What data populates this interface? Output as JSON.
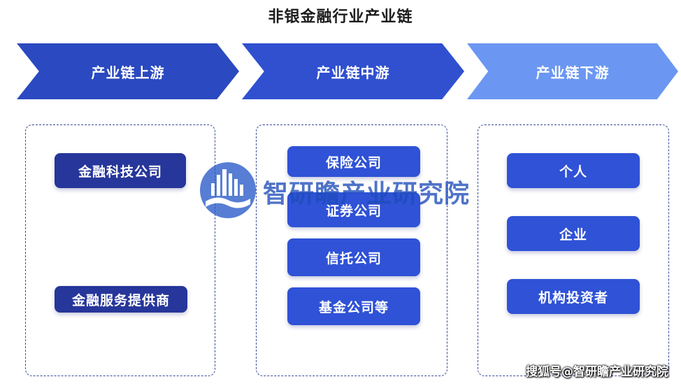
{
  "title": "非银金融行业产业链",
  "stages": {
    "upstream": "产业链上游",
    "midstream": "产业链中游",
    "downstream": "产业链下游"
  },
  "upstream_items": [
    "金融科技公司",
    "金融服务提供商"
  ],
  "midstream_items": [
    "保险公司",
    "证券公司",
    "信托公司",
    "基金公司等"
  ],
  "downstream_items": [
    "个人",
    "企业",
    "机构投资者"
  ],
  "watermark": "智研瞻产业研究院",
  "credit": "搜狐号@智研瞻产业研究院",
  "colors": {
    "upstream_arrow": "#2b49c0",
    "midstream_arrow": "#3050d0",
    "downstream_arrow": "#6b97f2",
    "box_dark": "#26369a",
    "box_blue": "#2f52d6"
  }
}
